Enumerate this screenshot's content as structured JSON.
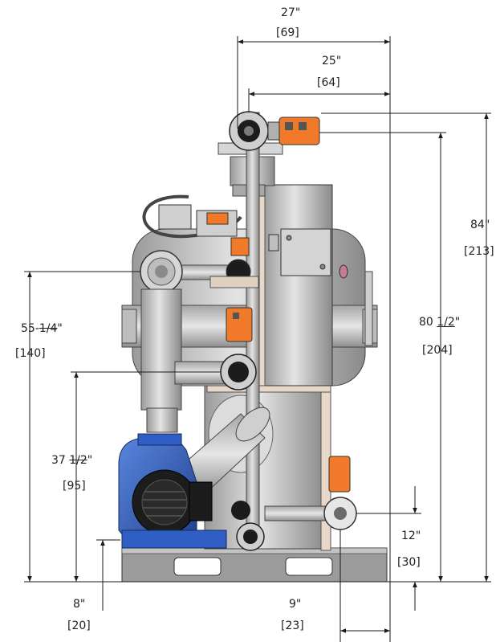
{
  "dimensions": {
    "width_overall": {
      "in": "27\"",
      "cm": "[69]"
    },
    "width_frame": {
      "in": "25\"",
      "cm": "[64]"
    },
    "height_overall": {
      "in": "84\"",
      "cm": "[213]"
    },
    "height_top_flange": {
      "in_a": "80 ",
      "in_frac": "1/2",
      "in_b": "\"",
      "cm": "[204]"
    },
    "height_upper_flange": {
      "in_a": "55-",
      "in_frac": "1/4",
      "in_b": "\"",
      "cm": "[140]"
    },
    "height_lower_flange": {
      "in_a": "37 ",
      "in_frac": "1/2",
      "in_b": "\"",
      "cm": "[95]"
    },
    "side_outlet_height": {
      "in": "12\"",
      "cm": "[30]"
    },
    "base_height": {
      "in": "8\"",
      "cm": "[20]"
    },
    "outlet_offset": {
      "in": "9\"",
      "cm": "[23]"
    }
  },
  "colors": {
    "line": "#1a1a1a",
    "steel": "#c9c9c9",
    "steel_dark": "#8c8c8c",
    "actuator": "#f07a2a",
    "pump": "#2f5fc4",
    "motor": "#1c1c1c",
    "base": "#9b9b9b",
    "frame": "#e8d8c8"
  }
}
